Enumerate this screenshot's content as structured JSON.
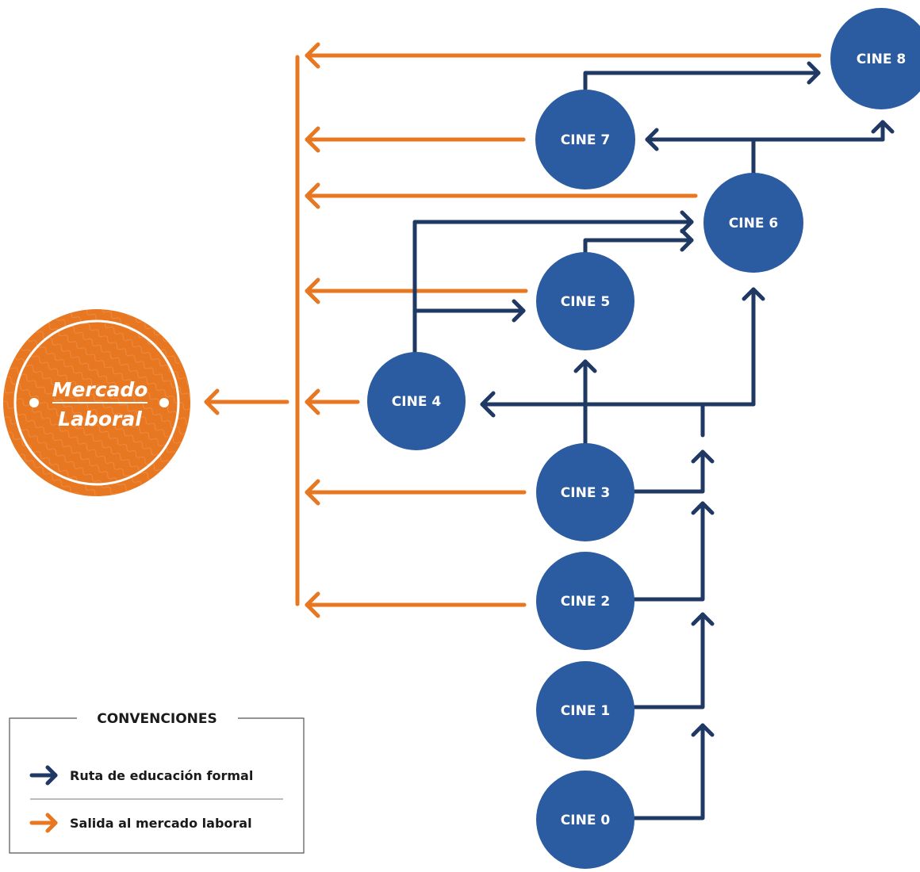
{
  "colors": {
    "navy": "#1F3864",
    "node_blue": "#2B5BA0",
    "orange": "#E87722",
    "orange_dark": "#D4651A",
    "border": "#555555"
  },
  "nodes": {
    "cine0": "CINE 0",
    "cine1": "CINE 1",
    "cine2": "CINE 2",
    "cine3": "CINE 3",
    "cine4": "CINE 4",
    "cine5": "CINE 5",
    "cine6": "CINE 6",
    "cine7": "CINE 7",
    "cine8": "CINE 8"
  },
  "labor_market": {
    "line1": "Mercado",
    "line2": "Laboral"
  },
  "legend": {
    "title": "CONVENCIONES",
    "formal_route": "Ruta de educación formal",
    "labor_exit": "Salida al mercado laboral"
  }
}
